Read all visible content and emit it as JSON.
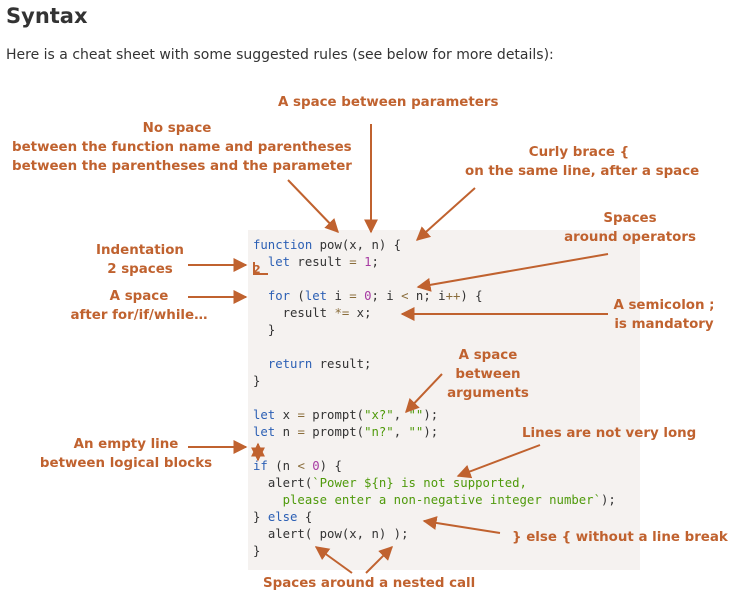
{
  "heading": "Syntax",
  "intro": "Here is a cheat sheet with some suggested rules (see below for more details):",
  "colors": {
    "annotation": "#c0622f",
    "keyword": "#2b5fb4",
    "number": "#a73ba3",
    "string": "#4f9a0b",
    "code_background": "#f5f2f0"
  },
  "annotations": {
    "space_between_parameters": "A space between parameters",
    "no_space_1": "No space",
    "no_space_2": "between the function name and parentheses",
    "no_space_3": "between the parentheses and the parameter",
    "curly_1": "Curly brace {",
    "curly_2": "on the same line, after a space",
    "spaces_operators_1": "Spaces",
    "spaces_operators_2": "around operators",
    "indentation_1": "Indentation",
    "indentation_2": "2 spaces",
    "indent_badge": "2",
    "space_after_1": "A space",
    "space_after_2": "after for/if/while…",
    "semicolon_1": "A semicolon ;",
    "semicolon_2": "is mandatory",
    "space_args_1": "A space",
    "space_args_2": "between",
    "space_args_3": "arguments",
    "lines_not_long": "Lines are not very long",
    "empty_line_1": "An empty line",
    "empty_line_2": "between logical blocks",
    "else_no_break": "} else { without a line break",
    "spaces_nested": "Spaces around a nested call"
  },
  "code": {
    "l1_kw": "function",
    "l1_name": " pow",
    "l1_rest": "(x, n) {",
    "l2_kw": "let",
    "l2_var": " result ",
    "l2_op": "=",
    "l2_num": " 1",
    "l2_end": ";",
    "l4_kw": "for",
    "l4_a": " (",
    "l4_kw2": "let",
    "l4_b": " i ",
    "l4_op1": "=",
    "l4_num": " 0",
    "l4_c": "; i ",
    "l4_op2": "<",
    "l4_d": " n; i",
    "l4_op3": "++",
    "l4_e": ") {",
    "l5_a": "result ",
    "l5_op": "*=",
    "l5_b": " x;",
    "l6": "}",
    "l8_kw": "return",
    "l8_rest": " result;",
    "l9": "}",
    "l11_kw": "let",
    "l11_a": " x ",
    "l11_op": "=",
    "l11_b": " prompt(",
    "l11_s1": "\"x?\"",
    "l11_c": ", ",
    "l11_s2": "\"\"",
    "l11_d": ");",
    "l12_kw": "let",
    "l12_a": " n ",
    "l12_op": "=",
    "l12_b": " prompt(",
    "l12_s1": "\"n?\"",
    "l12_c": ", ",
    "l12_s2": "\"\"",
    "l12_d": ");",
    "l14_kw": "if",
    "l14_a": " (n ",
    "l14_op": "<",
    "l14_num": " 0",
    "l14_b": ") {",
    "l15_a": "alert(",
    "l15_s": "`Power ${n} is not supported,",
    "l16_s": "please enter a non-negative integer number`",
    "l16_end": ");",
    "l17_a": "} ",
    "l17_kw": "else",
    "l17_b": " {",
    "l18": "alert( pow(x, n) );",
    "l19": "}"
  }
}
